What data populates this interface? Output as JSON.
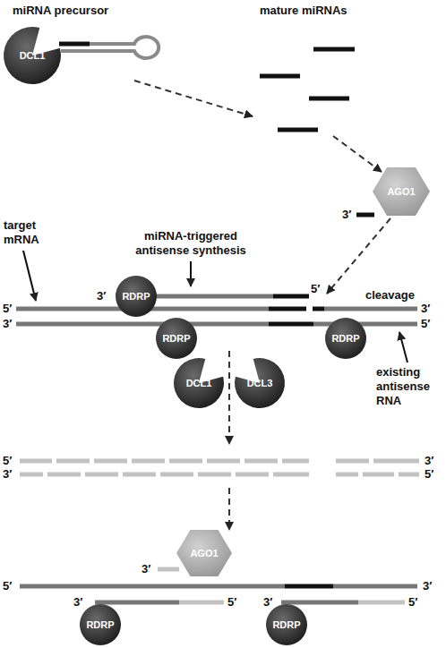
{
  "diagram": {
    "nodes": [
      {
        "text": [
          "DCL1"
        ]
      },
      {
        "text": [
          "AGO1"
        ]
      },
      {
        "text": [
          "RDRP"
        ]
      },
      {
        "text": [
          "RDRP"
        ]
      },
      {
        "text": [
          "RDRP"
        ]
      },
      {
        "text": [
          "DCL1"
        ]
      },
      {
        "text": [
          "DCL3"
        ]
      },
      {
        "text": [
          "AGO1"
        ]
      },
      {
        "text": [
          "RDRP"
        ]
      },
      {
        "text": [
          "RDRP"
        ]
      }
    ],
    "labels": [
      "miRNA precursor",
      "mature miRNAs",
      "3′",
      "target mRNA",
      "miRNA-triggered antisense synthesis",
      "3′",
      "5′",
      "cleavage",
      "5′",
      "3′",
      "3′",
      "5′",
      "existing antisense RNA",
      "5′",
      "3′",
      "3′",
      "5′",
      "3′",
      "5′",
      "3′",
      "3′",
      "5′",
      "3′",
      "5′"
    ]
  }
}
